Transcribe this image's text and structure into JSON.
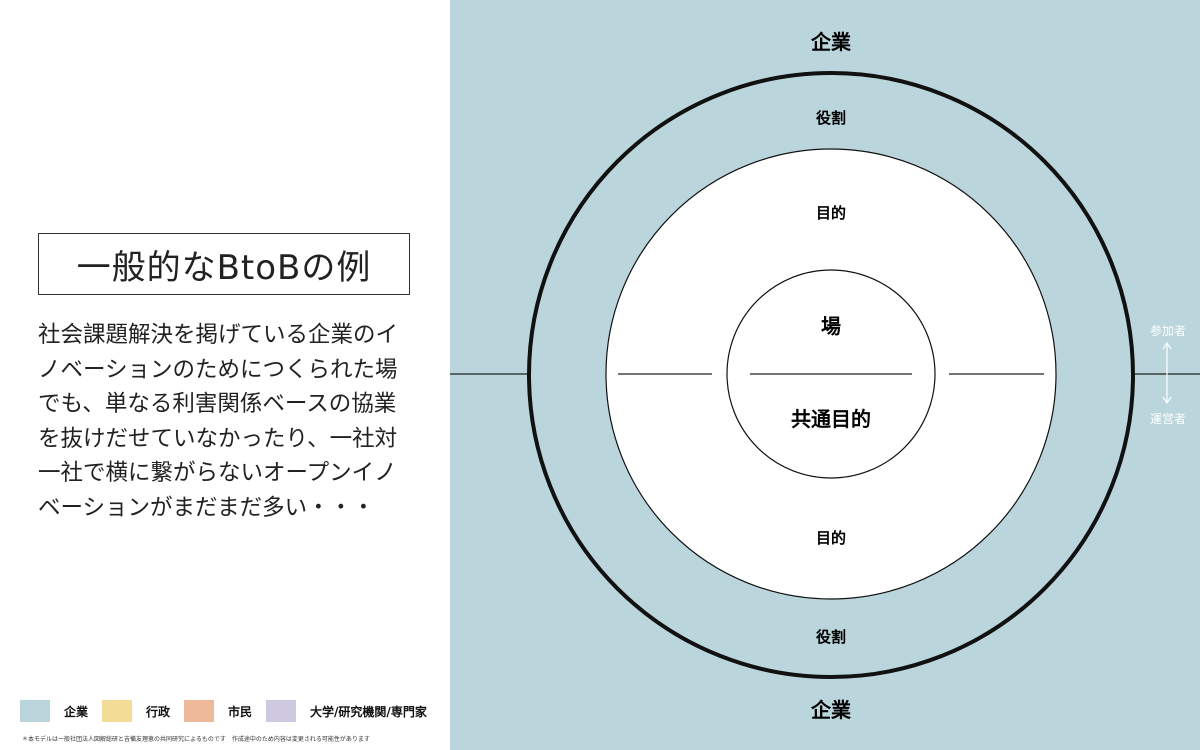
{
  "title": "一般的なBtoBの例",
  "description": "社会課題解決を掲げている企業のイノベーションのためにつくられた場でも、単なる利害関係ベースの協業を抜けだせていなかったり、一社対一社で横に繋がらないオープンイノベーションがまだまだ多い・・・",
  "diagram": {
    "top_label": "企業",
    "bottom_label": "企業",
    "outer_ring_top": "役割",
    "outer_ring_bottom": "役割",
    "middle_top": "目的",
    "middle_bottom": "目的",
    "center_top": "場",
    "center_bottom": "共通目的",
    "right_top": "参加者",
    "right_bottom": "運営者",
    "background_color": "#bad6dc"
  },
  "legend": [
    {
      "label": "企業",
      "color": "#bad6dc"
    },
    {
      "label": "行政",
      "color": "#f3dc95"
    },
    {
      "label": "市民",
      "color": "#eeb89a"
    },
    {
      "label": "大学/研究機関/専門家",
      "color": "#cfc8e1"
    }
  ],
  "footnote": "＊本モデルは一般社団法人図解総研と吉備友理恵の共同研究によるものです　作成途中のため内容は変更される可能性があります"
}
